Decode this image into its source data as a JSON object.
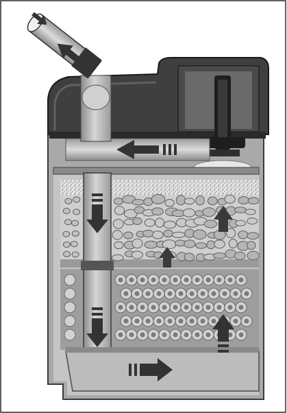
{
  "figure": {
    "kind": "canister-filter-cutaway",
    "colors": {
      "frame": "#2b2b2b",
      "lid": "#3e3e3e",
      "lid_dark": "#262626",
      "canister_wall": "#9d9d9d",
      "canister_inner": "#c8c8c8",
      "pipe_light": "#b8b8b8",
      "pipe_mid": "#8e8e8e",
      "gravel_bg": "#d8d8d8",
      "stone_light": "#c9c9c9",
      "stone_dark": "#6e6e6e",
      "ring_light": "#d2d2d2",
      "ring_dark": "#8c8c8c",
      "bottom_tray": "#bcbcbc",
      "arrow": "#333333",
      "impeller": "#1e1e1e"
    },
    "flow_arrows": [
      {
        "name": "outlet-arrow",
        "direction": "up-left"
      },
      {
        "name": "lid-channel-arrow",
        "direction": "left"
      },
      {
        "name": "downtube-arrow-upper",
        "direction": "down"
      },
      {
        "name": "downtube-arrow-lower",
        "direction": "down"
      },
      {
        "name": "tray-arrow",
        "direction": "right"
      },
      {
        "name": "rings-up-arrow",
        "direction": "up"
      },
      {
        "name": "gravel-mid-arrow",
        "direction": "up"
      },
      {
        "name": "gravel-right-arrow",
        "direction": "up"
      }
    ],
    "media_layers": [
      {
        "name": "stone-media-layer"
      },
      {
        "name": "ceramic-ring-media-layer"
      }
    ]
  }
}
